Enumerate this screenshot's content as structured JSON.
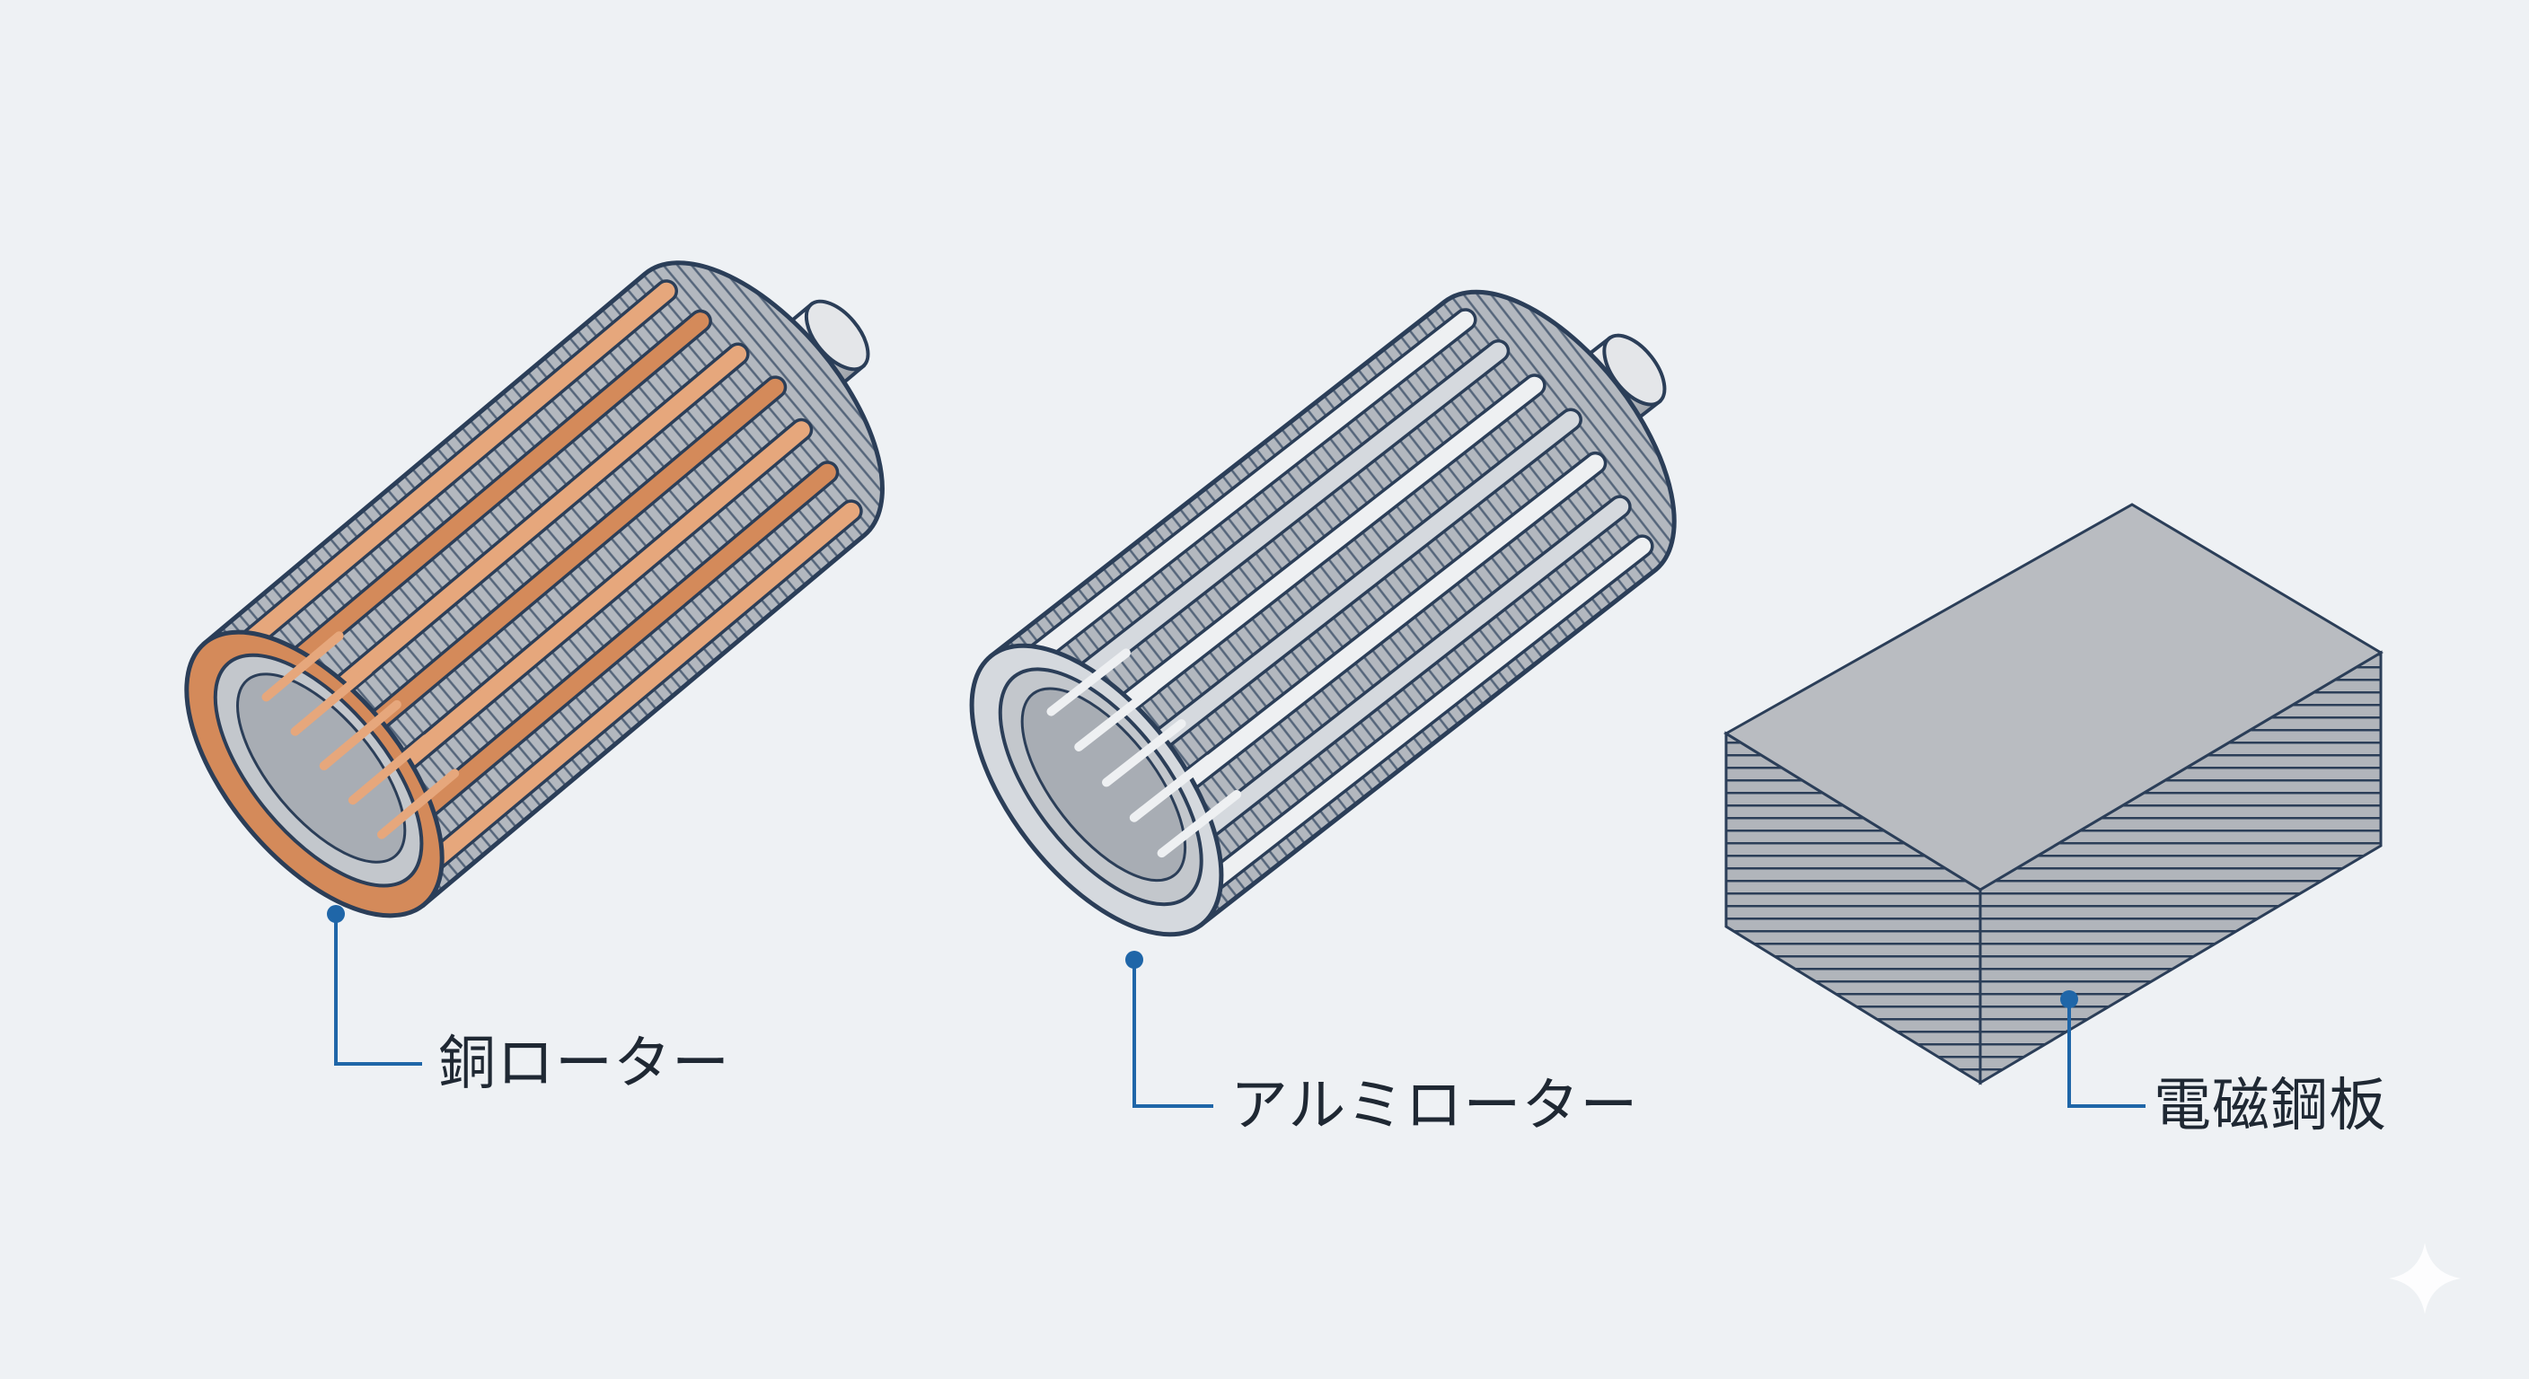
{
  "labels": {
    "copper_rotor": "銅ローター",
    "aluminum_rotor": "アルミローター",
    "electrical_steel": "電磁鋼板"
  },
  "colors": {
    "background": "#eef1f4",
    "outline": "#2b3e58",
    "leader": "#1f66a8",
    "copper": "#d48a5a",
    "copper_light": "#e6a77c",
    "aluminum": "#d5d9de",
    "aluminum_light": "#eef0f2",
    "steel": "#a9adb3",
    "steel_top": "#b9bcc1",
    "label_text": "#1f2833"
  },
  "icons": [
    "sparkle-icon"
  ]
}
